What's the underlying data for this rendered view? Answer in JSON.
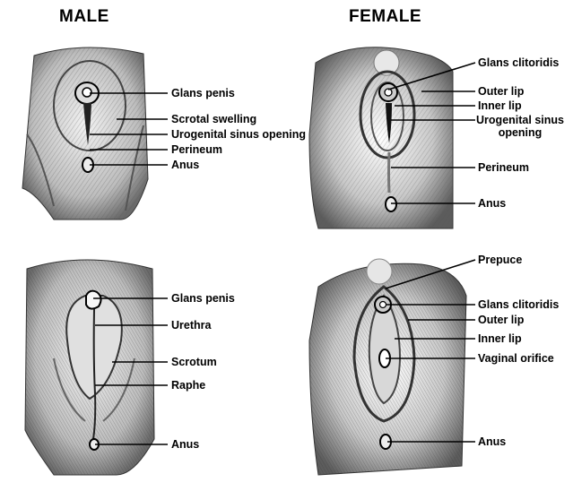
{
  "headers": {
    "male": "MALE",
    "female": "FEMALE"
  },
  "panels": {
    "male_early": {
      "labels": [
        "Glans penis",
        "Scrotal swelling",
        "Urogenital sinus opening",
        "Perineum",
        "Anus"
      ]
    },
    "female_early": {
      "labels": [
        "Glans clitoridis",
        "Outer lip",
        "Inner lip",
        "Urogenital sinus opening",
        "Perineum",
        "Anus"
      ]
    },
    "male_adult": {
      "labels": [
        "Glans penis",
        "Urethra",
        "Scrotum",
        "Raphe",
        "Anus"
      ]
    },
    "female_adult": {
      "labels": [
        "Prepuce",
        "Glans clitoridis",
        "Outer lip",
        "Inner lip",
        "Vaginal orifice",
        "Anus"
      ]
    }
  },
  "colors": {
    "ink": "#000000",
    "paper": "#ffffff",
    "shade": "#9a9a9a"
  }
}
